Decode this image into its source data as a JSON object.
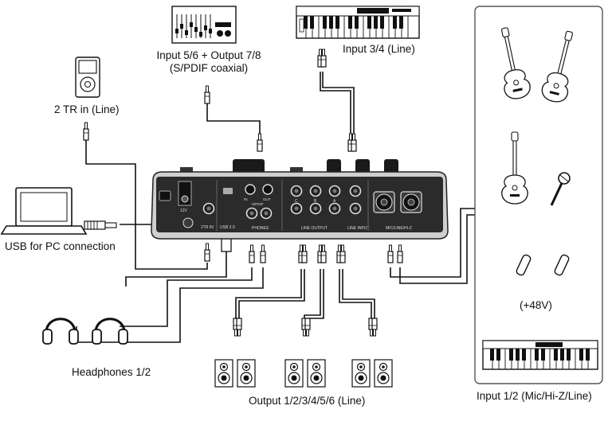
{
  "labels": {
    "spdif": [
      "Input 5/6 + Output 7/8",
      "(S/PDIF coaxial)"
    ],
    "input34": "Input 3/4 (Line)",
    "tr_in": "2 TR in (Line)",
    "usb_pc": "USB for PC connection",
    "phantom": "(+48V)",
    "headphones": "Headphones 1/2",
    "outputs": "Output 1/2/3/4/5/6 (Line)",
    "input12": "Input 1/2 (Mic/Hi-Z/Line)"
  },
  "panel": {
    "usb": "USB 2.0",
    "tr_in": "2TR IN",
    "dc": "12V",
    "phones": "PHONES",
    "spdif": "S/PDIF",
    "spdif_in": "IN",
    "spdif_out": "OUT",
    "line_output": "LINE OUTPUT",
    "line_input": "LINE INPUT",
    "mic_line": "MIC/LINE/HI-Z",
    "group_c": "C",
    "group_b": "B",
    "group_a": "A"
  },
  "colors": {
    "line": "#111111",
    "panel": "#2b2b2b",
    "border": "#555555"
  }
}
